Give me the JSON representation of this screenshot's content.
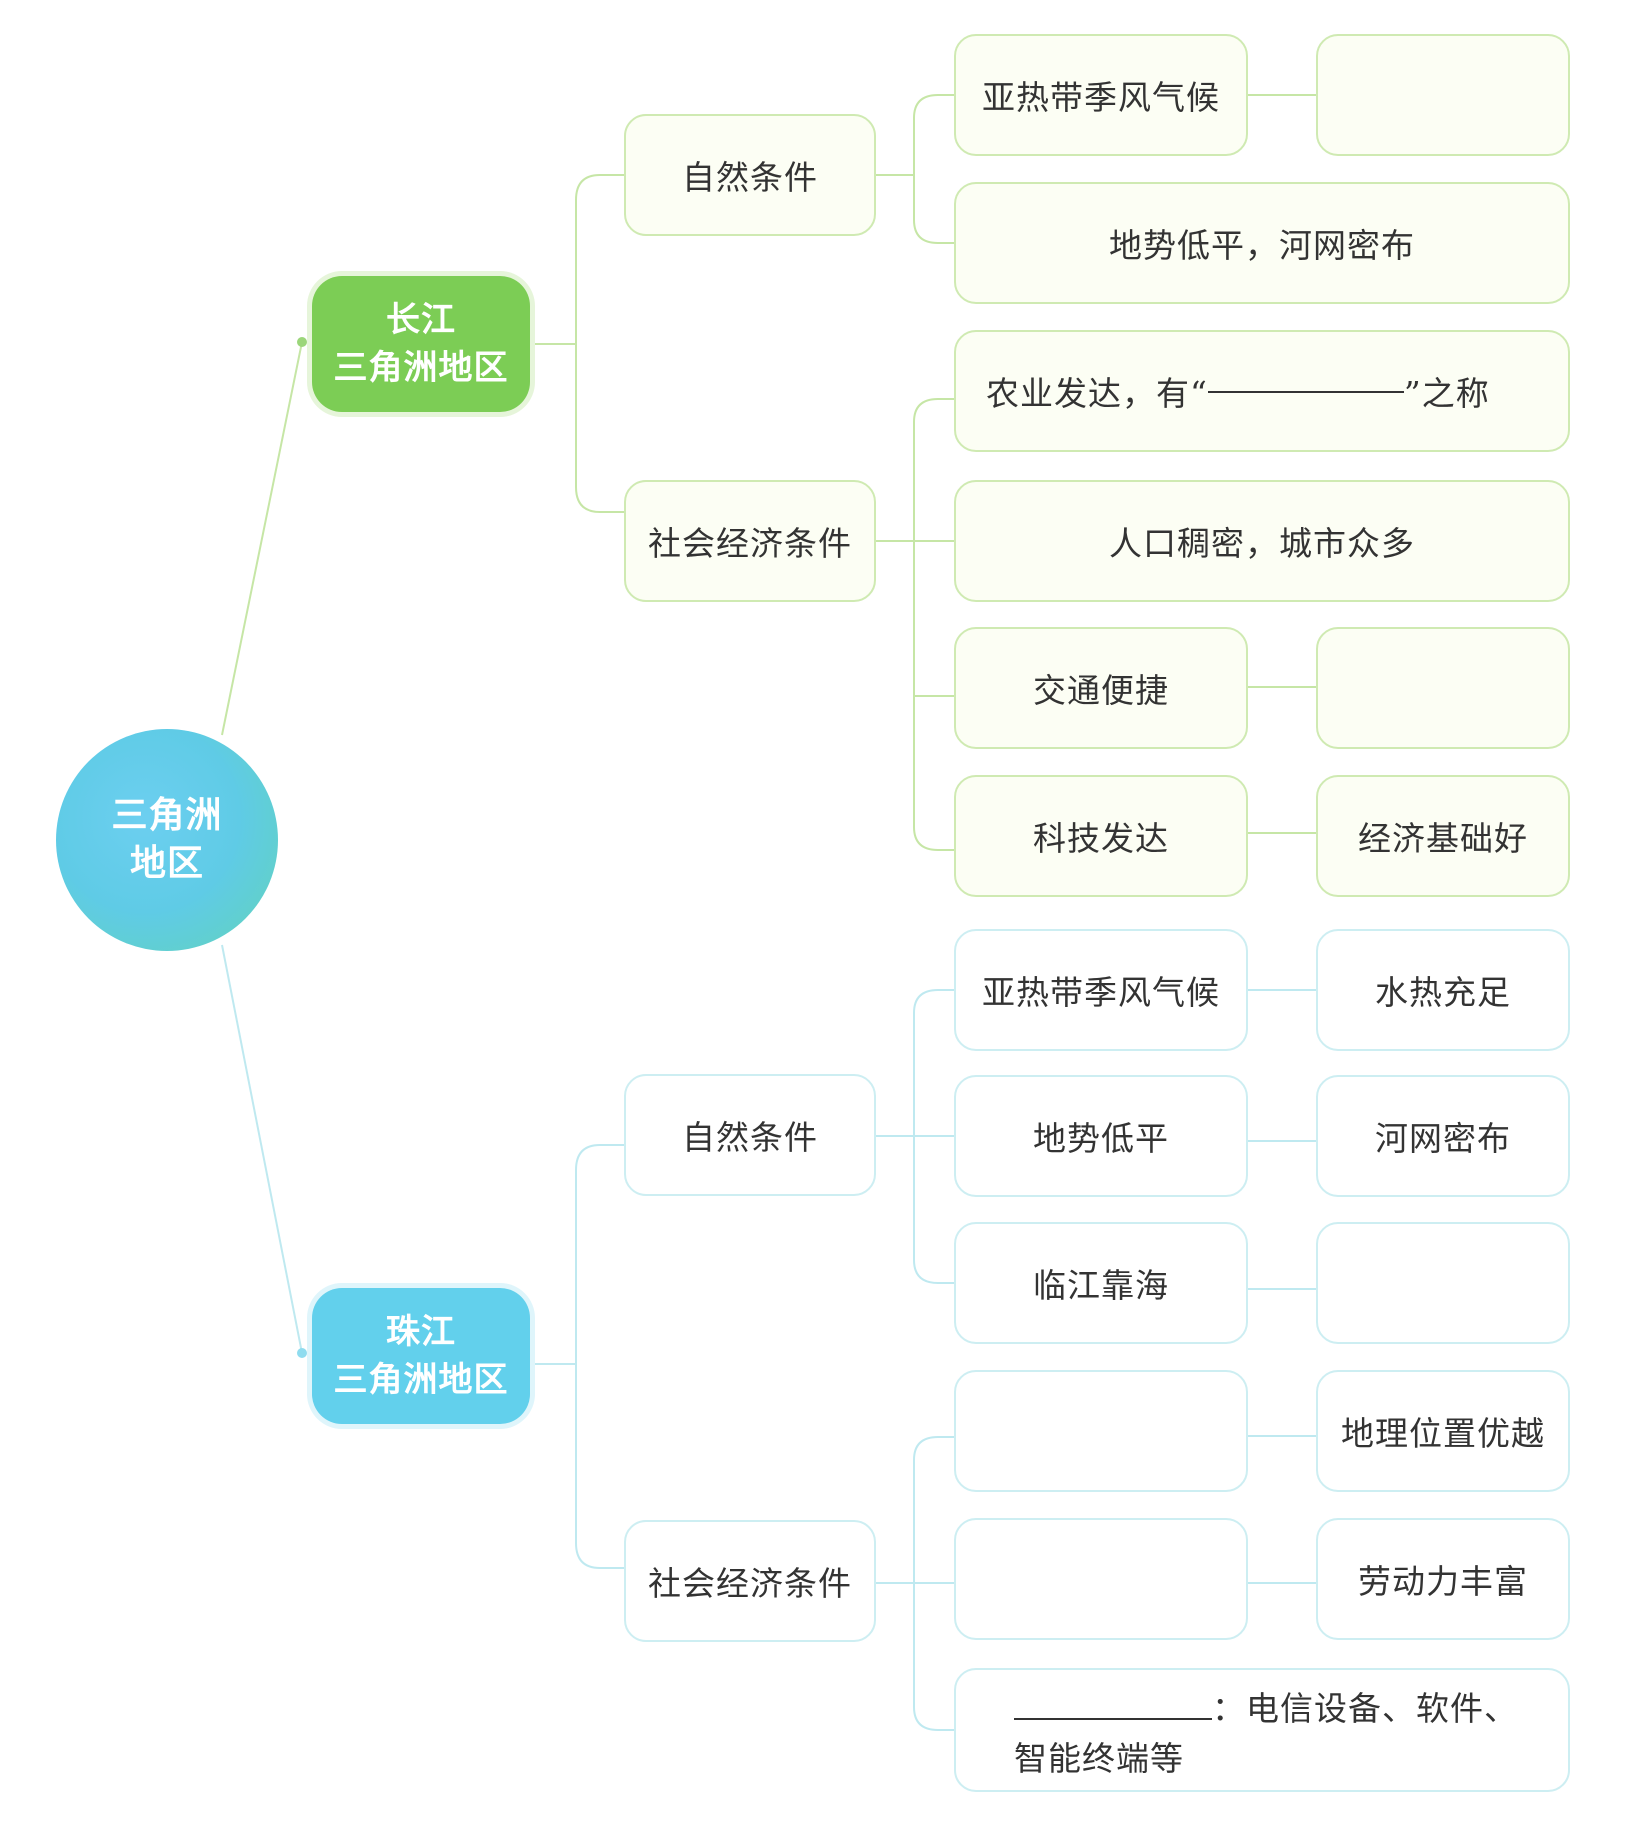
{
  "root": {
    "line1": "三角洲",
    "line2": "地区"
  },
  "yangtze": {
    "title_line1": "长江",
    "title_line2": "三角洲地区",
    "natural": {
      "label": "自然条件",
      "climate": "亚热带季风气候",
      "climate_result": "",
      "terrain": "地势低平，河网密布"
    },
    "social": {
      "label": "社会经济条件",
      "agri_prefix": "农业发达，有“",
      "agri_suffix": "”之称",
      "population": "人口稠密，城市众多",
      "transport": "交通便捷",
      "transport_result": "",
      "tech": "科技发达",
      "tech_result": "经济基础好"
    }
  },
  "pearl": {
    "title_line1": "珠江",
    "title_line2": "三角洲地区",
    "natural": {
      "label": "自然条件",
      "climate": "亚热带季风气候",
      "climate_result": "水热充足",
      "terrain": "地势低平",
      "terrain_result": "河网密布",
      "location": "临江靠海",
      "location_result": ""
    },
    "social": {
      "label": "社会经济条件",
      "factor1": "",
      "factor1_result": "地理位置优越",
      "factor2": "",
      "factor2_result": "劳动力丰富",
      "industry_suffix": "：电信设备、软件、",
      "industry_line2": "智能终端等"
    }
  },
  "colors": {
    "green_line": "#c6e6a6",
    "blue_line": "#bfe9f0",
    "green_node": "#7ccd55",
    "blue_node": "#62d0ec"
  }
}
